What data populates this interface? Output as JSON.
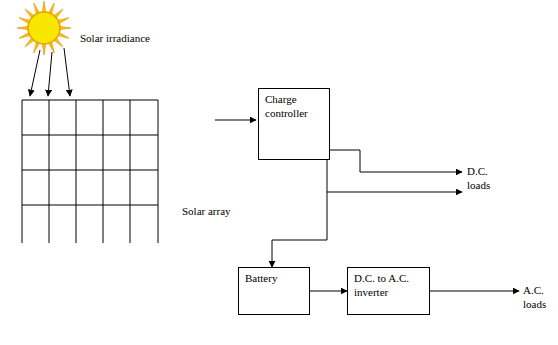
{
  "diagram": {
    "nodes": [
      {
        "text": [
          "Charge controller"
        ]
      },
      {
        "text": [
          "Battery"
        ]
      },
      {
        "text": [
          "D.C. to A.C. inverter"
        ]
      }
    ],
    "edges": [
      {
        "from": 0,
        "to": 1,
        "arrow": "to"
      },
      {
        "from": 1,
        "to": 2,
        "arrow": "to"
      }
    ],
    "labels": [
      "Solar irradiance",
      "Solar array",
      "D.C. loads",
      "A.C. loads"
    ]
  }
}
